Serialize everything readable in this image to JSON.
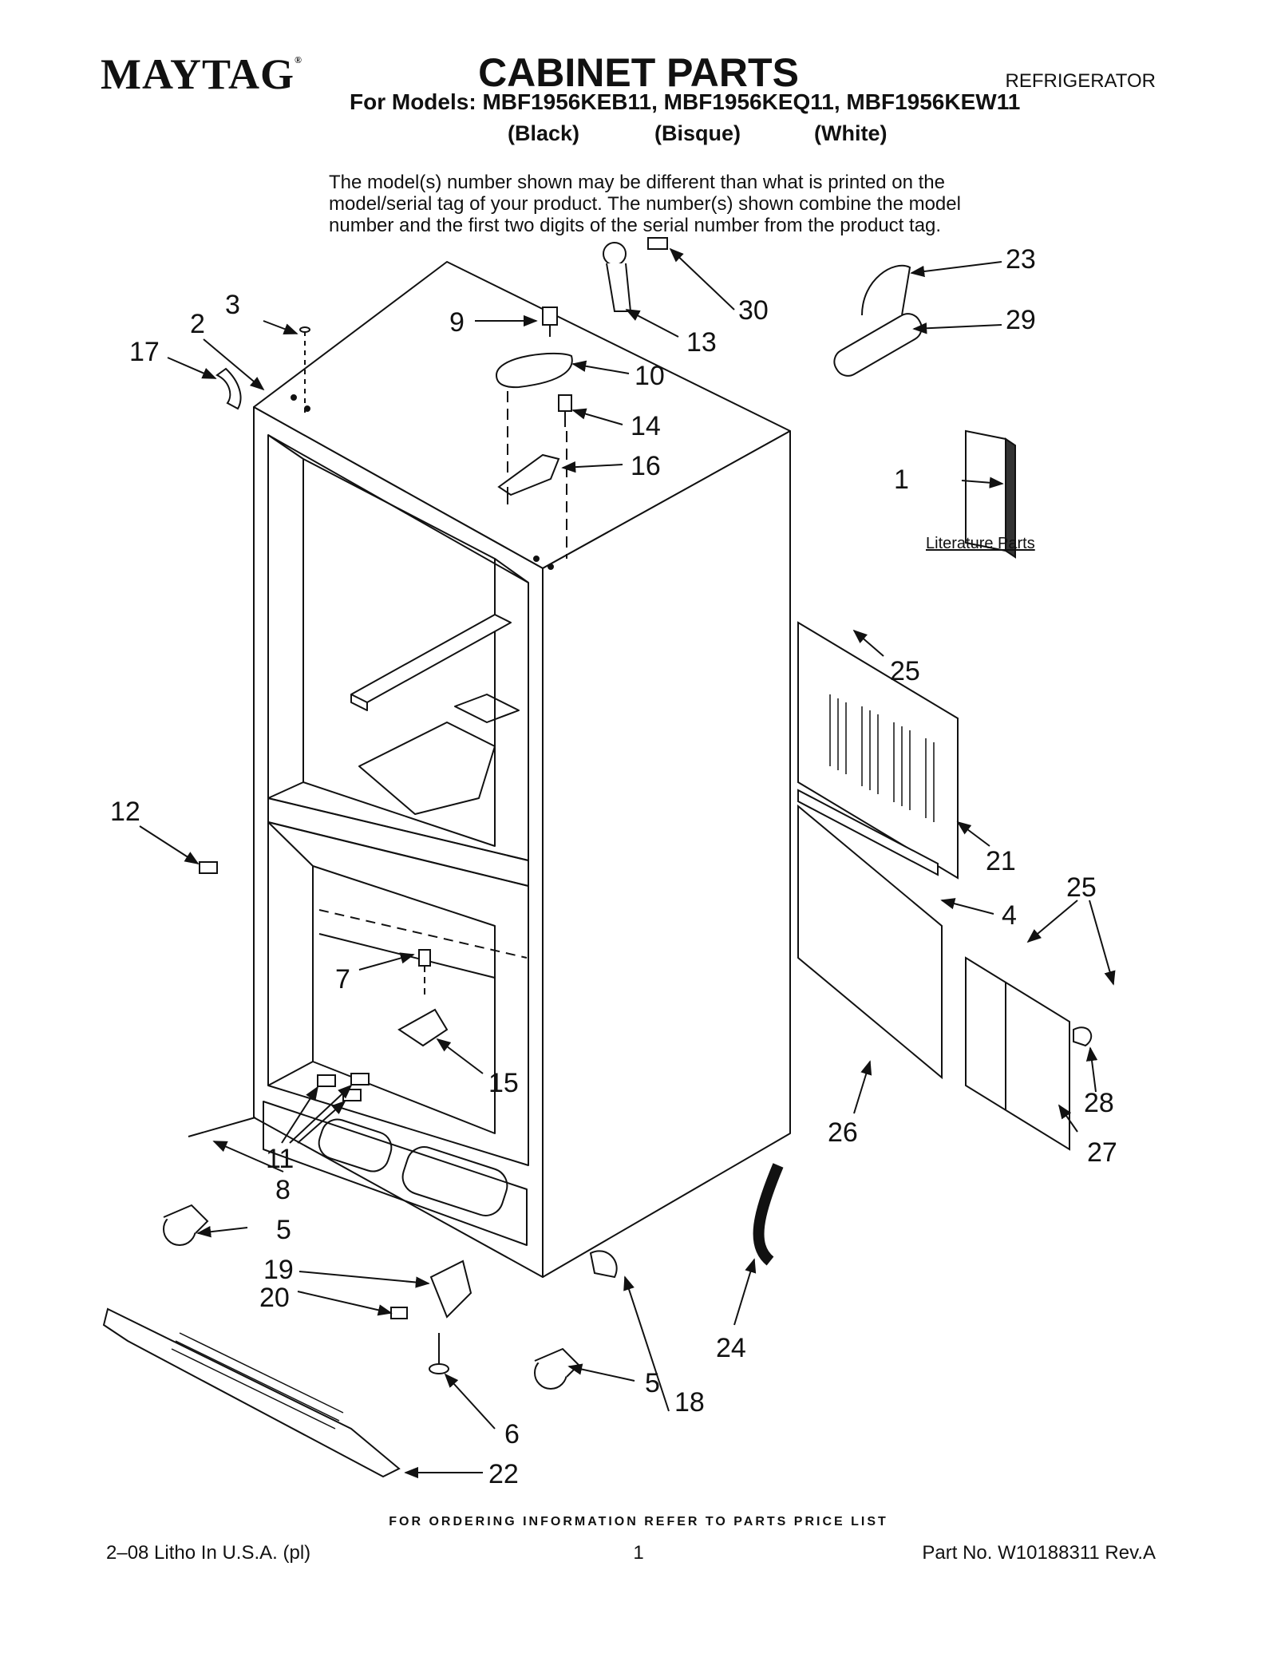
{
  "header": {
    "brand": "MAYTAG",
    "brand_mark": "®",
    "title": "CABINET PARTS",
    "category": "REFRIGERATOR",
    "models_line": "For Models: MBF1956KEB11, MBF1956KEQ11, MBF1956KEW11",
    "colors": [
      "(Black)",
      "(Bisque)",
      "(White)"
    ]
  },
  "note": {
    "lines": [
      "The model(s) number shown may be different than what is printed on the",
      "model/serial tag of your product. The number(s) shown combine the model",
      "number and the first two digits of the serial number from the product tag."
    ]
  },
  "diagram": {
    "literature_label": "Literature Parts",
    "callouts": [
      "1",
      "2",
      "3",
      "4",
      "5",
      "5",
      "6",
      "7",
      "8",
      "9",
      "10",
      "11",
      "12",
      "13",
      "14",
      "15",
      "16",
      "17",
      "18",
      "19",
      "20",
      "21",
      "22",
      "23",
      "24",
      "25",
      "25",
      "26",
      "27",
      "28",
      "29",
      "30"
    ]
  },
  "footer": {
    "ordering": "FOR ORDERING INFORMATION REFER TO PARTS PRICE LIST",
    "left": "2–08 Litho In U.S.A. (pl)",
    "page": "1",
    "right": "Part No. W10188311 Rev.A"
  }
}
